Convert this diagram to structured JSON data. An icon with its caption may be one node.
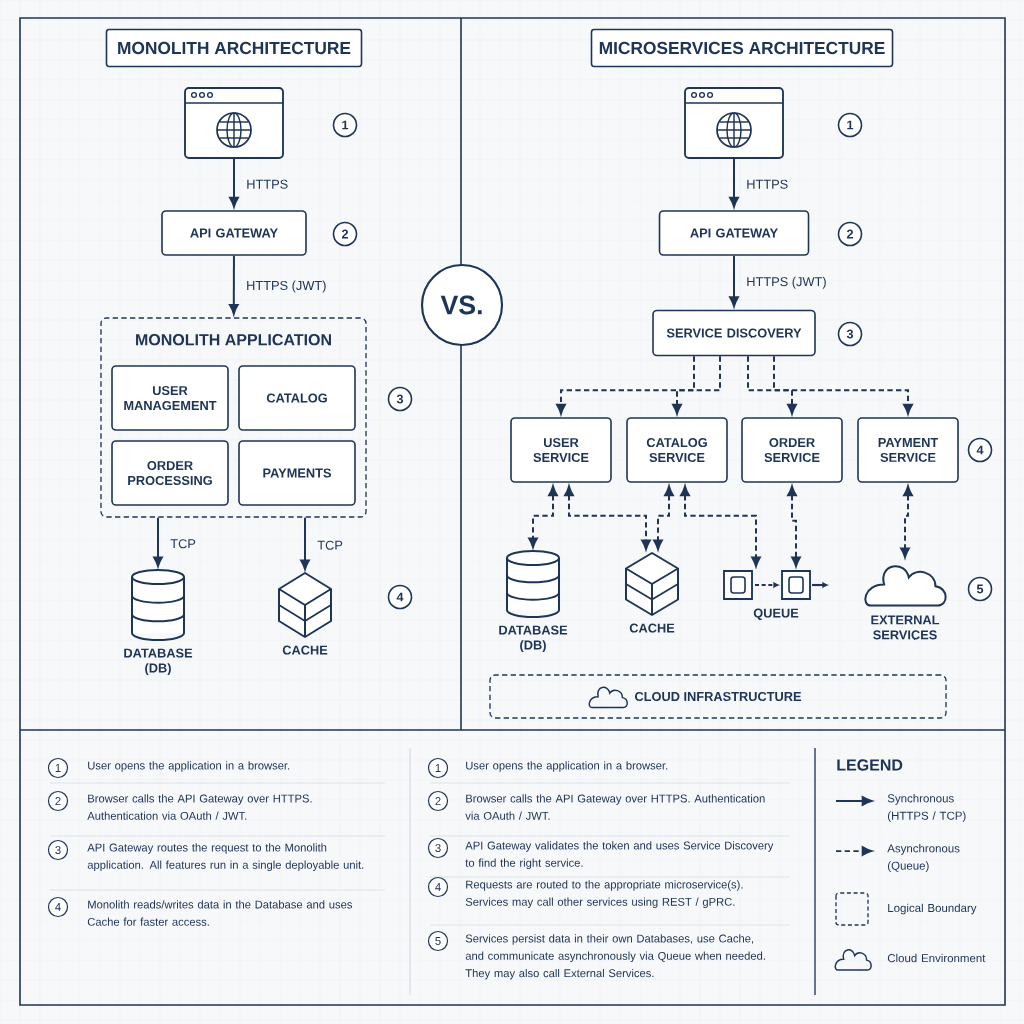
{
  "diagram": {
    "nodes": [
      {
        "text": [
          "MONOLITH ARCHITECTURE"
        ]
      },
      {
        "text": [],
        "shape": "picture"
      },
      {
        "text": [
          "API GATEWAY"
        ]
      },
      {
        "text": [
          "MONOLITH APPLICATION"
        ]
      },
      {
        "text": [
          "USER MANAGEMENT"
        ],
        "in": 3
      },
      {
        "text": [
          "CATALOG"
        ],
        "in": 3
      },
      {
        "text": [
          "ORDER PROCESSING"
        ],
        "in": 3
      },
      {
        "text": [
          "PAYMENTS"
        ],
        "in": 3
      },
      {
        "text": [
          "DATABASE (DB)"
        ]
      },
      {
        "text": [
          "CACHE"
        ]
      },
      {
        "text": [
          "VS."
        ]
      },
      {
        "text": [
          "MICROSERVICES ARCHITECTURE"
        ]
      },
      {
        "text": [],
        "shape": "picture"
      },
      {
        "text": [
          "API GATEWAY"
        ]
      },
      {
        "text": [
          "SERVICE DISCOVERY"
        ]
      },
      {
        "text": [
          "USER SERVICE"
        ]
      },
      {
        "text": [
          "CATALOG SERVICE"
        ]
      },
      {
        "text": [
          "ORDER SERVICE"
        ]
      },
      {
        "text": [
          "PAYMENT SERVICE"
        ]
      },
      {
        "text": [
          "DATABASE (DB)"
        ]
      },
      {
        "text": [
          "CACHE"
        ]
      },
      {
        "text": [
          "QUEUE"
        ]
      },
      {
        "text": [
          "EXTERNAL SERVICES"
        ]
      },
      {
        "text": [
          "CLOUD INFRASTRUCTURE"
        ]
      }
    ],
    "edges": [
      {
        "from": 1,
        "to": 2,
        "arrow": "to",
        "label": "HTTPS"
      },
      {
        "from": 2,
        "to": 3,
        "arrow": "to",
        "label": "HTTPS (JWT)"
      },
      {
        "from": 3,
        "to": 8,
        "arrow": "to",
        "label": "TCP"
      },
      {
        "from": 3,
        "to": 9,
        "arrow": "to",
        "label": "TCP"
      },
      {
        "from": 12,
        "to": 13,
        "arrow": "to",
        "label": "HTTPS"
      },
      {
        "from": 13,
        "to": 14,
        "arrow": "to",
        "label": "HTTPS (JWT)"
      },
      {
        "from": 14,
        "to": 15,
        "arrow": "to",
        "style": "dashed"
      },
      {
        "from": 14,
        "to": 16,
        "arrow": "to",
        "style": "dashed"
      },
      {
        "from": 14,
        "to": 17,
        "arrow": "to",
        "style": "dashed"
      },
      {
        "from": 14,
        "to": 18,
        "arrow": "to",
        "style": "dashed"
      },
      {
        "from": 15,
        "to": 19,
        "arrow": "both",
        "style": "dashed"
      },
      {
        "from": 15,
        "to": 20,
        "arrow": "both",
        "style": "dashed"
      },
      {
        "from": 16,
        "to": 20,
        "arrow": "both",
        "style": "dashed"
      },
      {
        "from": 16,
        "to": 21,
        "arrow": "both",
        "style": "dashed"
      },
      {
        "from": 17,
        "to": 21,
        "arrow": "both",
        "style": "dashed"
      },
      {
        "from": 18,
        "to": 22,
        "arrow": "both",
        "style": "dashed"
      }
    ],
    "labels": [
      "1",
      "2",
      "3",
      "4",
      "1",
      "2",
      "3",
      "4",
      "5",
      "1",
      "User opens the application in a browser.",
      "2",
      "Browser calls the API Gateway over HTTPS. Authentication via OAuth / JWT.",
      "3",
      "API Gateway routes the request to the Monolith application. All features run in a single deployable unit.",
      "4",
      "Monolith reads/writes data in the Database and uses Cache for faster access.",
      "1",
      "User opens the application in a browser.",
      "2",
      "Browser calls the API Gateway over HTTPS. Authentication via OAuth / JWT.",
      "3",
      "API Gateway validates the token and uses Service Discovery to find the right service.",
      "4",
      "Requests are routed to the appropriate microservice(s). Services may call other services using REST / gPRC.",
      "5",
      "Services persist data in their own Databases, use Cache, and communicate asynchronously via Queue when needed. They may also call External Services.",
      "LEGEND"
    ],
    "legend": [
      {
        "text": "Synchronous (HTTPS / TCP)"
      },
      {
        "text": "Asynchronous (Queue)"
      },
      {
        "text": "Logical Boundary"
      },
      {
        "text": "Cloud Environment"
      }
    ]
  }
}
